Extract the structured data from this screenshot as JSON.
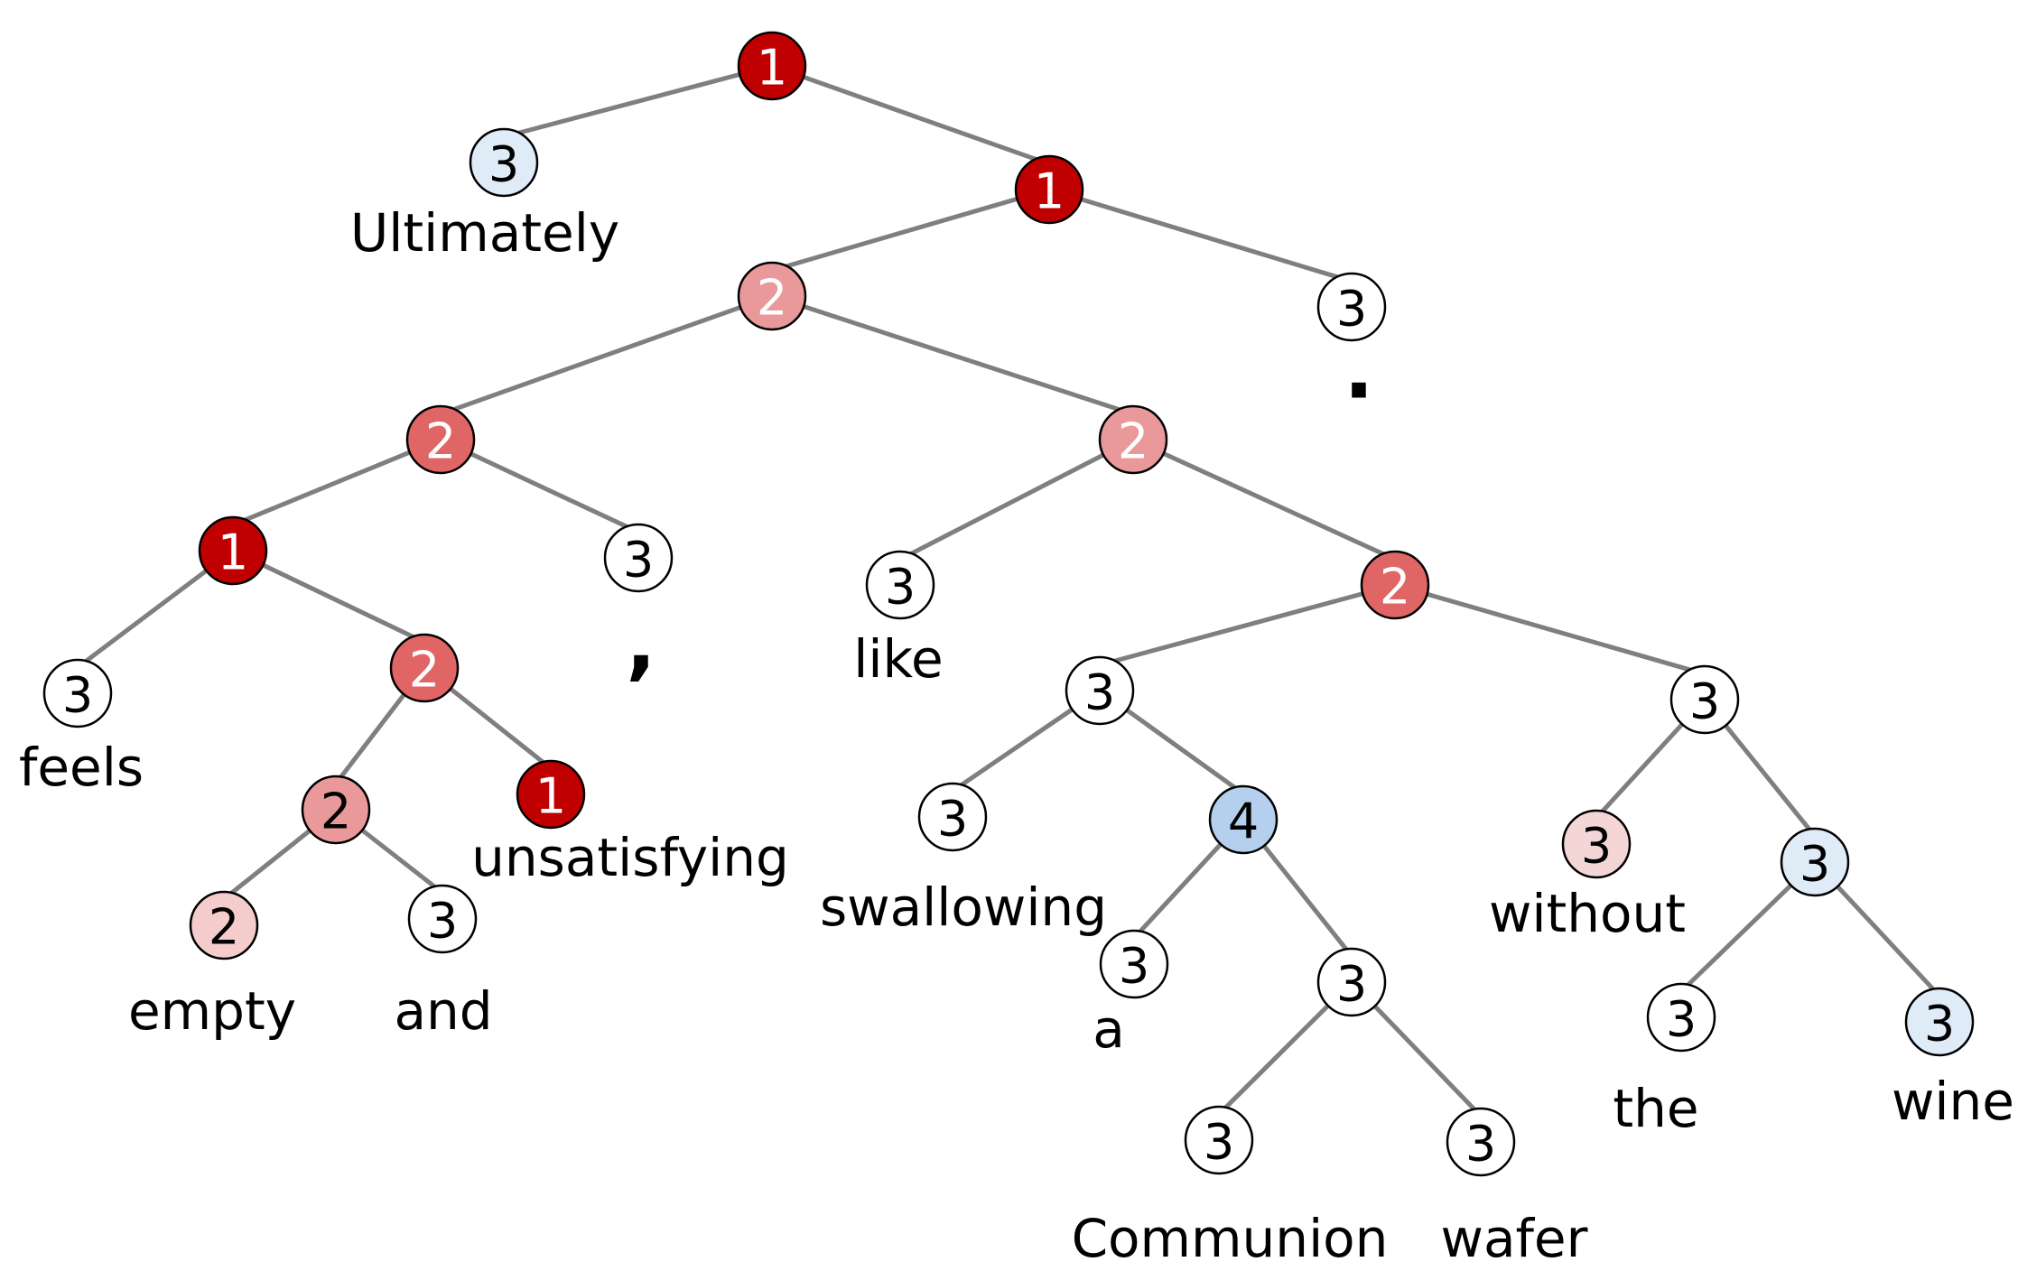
{
  "colors": {
    "1": "#c00000",
    "2_dark": "#e06666",
    "2_mid": "#e99999",
    "2_light": "#f4cccc",
    "3_white": "#ffffff",
    "3_pink": "#f4d6d6",
    "3_light_blue": "#dfebf7",
    "4": "#b4d0ee",
    "edge": "#7f7f7f"
  },
  "tree": {
    "nodes": [
      {
        "id": "n0",
        "label": "1",
        "fill": "1",
        "text": "light"
      },
      {
        "id": "n1",
        "label": "3",
        "fill": "3_light_blue",
        "text": "dark",
        "word": "Ultimately"
      },
      {
        "id": "n2",
        "label": "1",
        "fill": "1",
        "text": "light"
      },
      {
        "id": "n3",
        "label": "2",
        "fill": "2_mid",
        "text": "light"
      },
      {
        "id": "n4",
        "label": "3",
        "fill": "3_white",
        "text": "dark",
        "word": "."
      },
      {
        "id": "n5",
        "label": "2",
        "fill": "2_dark",
        "text": "light"
      },
      {
        "id": "n6",
        "label": "2",
        "fill": "2_mid",
        "text": "light"
      },
      {
        "id": "n7",
        "label": "1",
        "fill": "1",
        "text": "light"
      },
      {
        "id": "n8",
        "label": "3",
        "fill": "3_white",
        "text": "dark",
        "word": ","
      },
      {
        "id": "n9",
        "label": "3",
        "fill": "3_white",
        "text": "dark",
        "word": "feels"
      },
      {
        "id": "n10",
        "label": "2",
        "fill": "2_dark",
        "text": "light"
      },
      {
        "id": "n11",
        "label": "2",
        "fill": "2_mid",
        "text": "dark"
      },
      {
        "id": "n12",
        "label": "1",
        "fill": "1",
        "text": "light",
        "word": "unsatisfying"
      },
      {
        "id": "n13",
        "label": "2",
        "fill": "2_light",
        "text": "dark",
        "word": "empty"
      },
      {
        "id": "n14",
        "label": "3",
        "fill": "3_white",
        "text": "dark",
        "word": "and"
      },
      {
        "id": "n15",
        "label": "3",
        "fill": "3_white",
        "text": "dark",
        "word": "like"
      },
      {
        "id": "n16",
        "label": "2",
        "fill": "2_dark",
        "text": "light"
      },
      {
        "id": "n17",
        "label": "3",
        "fill": "3_white",
        "text": "dark"
      },
      {
        "id": "n18",
        "label": "3",
        "fill": "3_white",
        "text": "dark"
      },
      {
        "id": "n19",
        "label": "3",
        "fill": "3_white",
        "text": "dark",
        "word": "swallowing"
      },
      {
        "id": "n20",
        "label": "4",
        "fill": "4",
        "text": "dark"
      },
      {
        "id": "n21",
        "label": "3",
        "fill": "3_white",
        "text": "dark",
        "word": "a"
      },
      {
        "id": "n22",
        "label": "3",
        "fill": "3_white",
        "text": "dark"
      },
      {
        "id": "n23",
        "label": "3",
        "fill": "3_white",
        "text": "dark",
        "word": "Communion"
      },
      {
        "id": "n24",
        "label": "3",
        "fill": "3_white",
        "text": "dark",
        "word": "wafer"
      },
      {
        "id": "n25",
        "label": "3",
        "fill": "3_pink",
        "text": "dark",
        "word": "without"
      },
      {
        "id": "n26",
        "label": "3",
        "fill": "3_light_blue",
        "text": "dark"
      },
      {
        "id": "n27",
        "label": "3",
        "fill": "3_white",
        "text": "dark",
        "word": "the"
      },
      {
        "id": "n28",
        "label": "3",
        "fill": "3_light_blue",
        "text": "dark",
        "word": "wine"
      }
    ],
    "edges": [
      [
        "n0",
        "n1"
      ],
      [
        "n0",
        "n2"
      ],
      [
        "n2",
        "n3"
      ],
      [
        "n2",
        "n4"
      ],
      [
        "n3",
        "n5"
      ],
      [
        "n3",
        "n6"
      ],
      [
        "n5",
        "n7"
      ],
      [
        "n5",
        "n8"
      ],
      [
        "n7",
        "n9"
      ],
      [
        "n7",
        "n10"
      ],
      [
        "n10",
        "n11"
      ],
      [
        "n10",
        "n12"
      ],
      [
        "n11",
        "n13"
      ],
      [
        "n11",
        "n14"
      ],
      [
        "n6",
        "n15"
      ],
      [
        "n6",
        "n16"
      ],
      [
        "n16",
        "n17"
      ],
      [
        "n16",
        "n18"
      ],
      [
        "n17",
        "n19"
      ],
      [
        "n17",
        "n20"
      ],
      [
        "n20",
        "n21"
      ],
      [
        "n20",
        "n22"
      ],
      [
        "n22",
        "n23"
      ],
      [
        "n22",
        "n24"
      ],
      [
        "n18",
        "n25"
      ],
      [
        "n18",
        "n26"
      ],
      [
        "n26",
        "n27"
      ],
      [
        "n26",
        "n28"
      ]
    ]
  }
}
